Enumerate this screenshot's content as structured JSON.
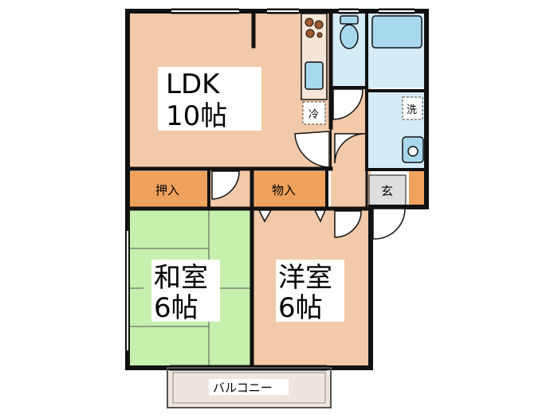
{
  "colors": {
    "floor": "#f2c9a9",
    "tatami": "#c7efae",
    "wet_area": "#d5ebf7",
    "closet": "#f0a25c",
    "genkan": "#dedede",
    "balcony": "#eee6de",
    "wall": "#111111",
    "fixture": "#a8d8ee",
    "stove": "#a05a2c"
  },
  "rooms": {
    "ldk": {
      "name": "LDK",
      "size": "10帖"
    },
    "washitsu": {
      "name": "和室",
      "size": "6帖"
    },
    "youshitsu": {
      "name": "洋室",
      "size": "6帖"
    },
    "oshiire": {
      "label": "押入"
    },
    "monoire": {
      "label": "物入"
    },
    "genkan": {
      "label": "玄"
    },
    "fridge": {
      "label": "冷"
    },
    "washer": {
      "label": "洗"
    },
    "balcony": {
      "label": "バルコニー"
    }
  }
}
